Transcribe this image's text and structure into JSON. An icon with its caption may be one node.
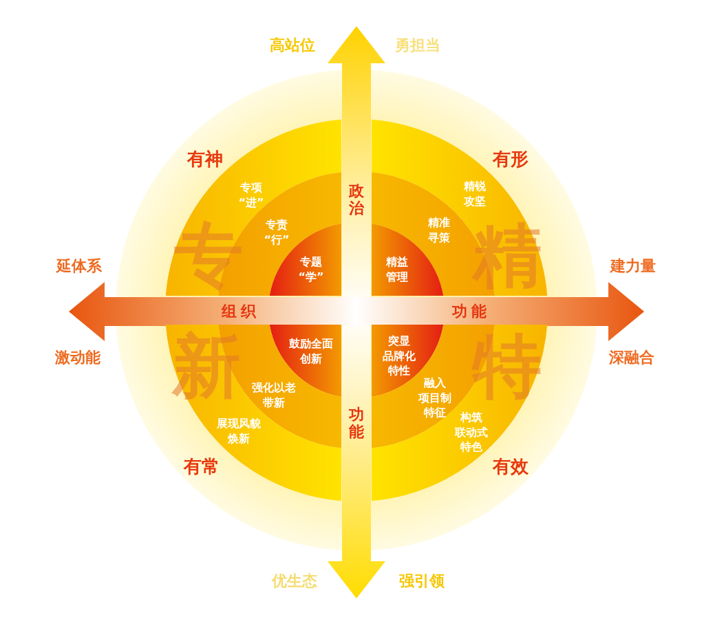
{
  "diagram": {
    "nodes": [
      {
        "text": [
          "政治",
          "功能"
        ]
      },
      {
        "text": [
          "组织",
          "功能"
        ]
      },
      {
        "text": [
          "专项“进”"
        ]
      },
      {
        "text": [
          "专责“行”"
        ]
      },
      {
        "text": [
          "专题“学”"
        ]
      },
      {
        "text": [
          "精锐攻坚"
        ]
      },
      {
        "text": [
          "精准寻策"
        ]
      },
      {
        "text": [
          "精益管理"
        ]
      },
      {
        "text": [
          "鼓励全面创新"
        ]
      },
      {
        "text": [
          "强化以老带新"
        ]
      },
      {
        "text": [
          "展现风貌焕新"
        ]
      },
      {
        "text": [
          "突显品牌化特性"
        ]
      },
      {
        "text": [
          "融入项目制特征"
        ]
      },
      {
        "text": [
          "构筑联动式特色"
        ]
      }
    ],
    "labels": [
      "高站位",
      "勇担当",
      "专",
      "精",
      "有神",
      "有形",
      "延体系",
      "建力量",
      "激动能",
      "深融合",
      "新",
      "特",
      "有常",
      "有效",
      "优生态",
      "强引领"
    ]
  }
}
